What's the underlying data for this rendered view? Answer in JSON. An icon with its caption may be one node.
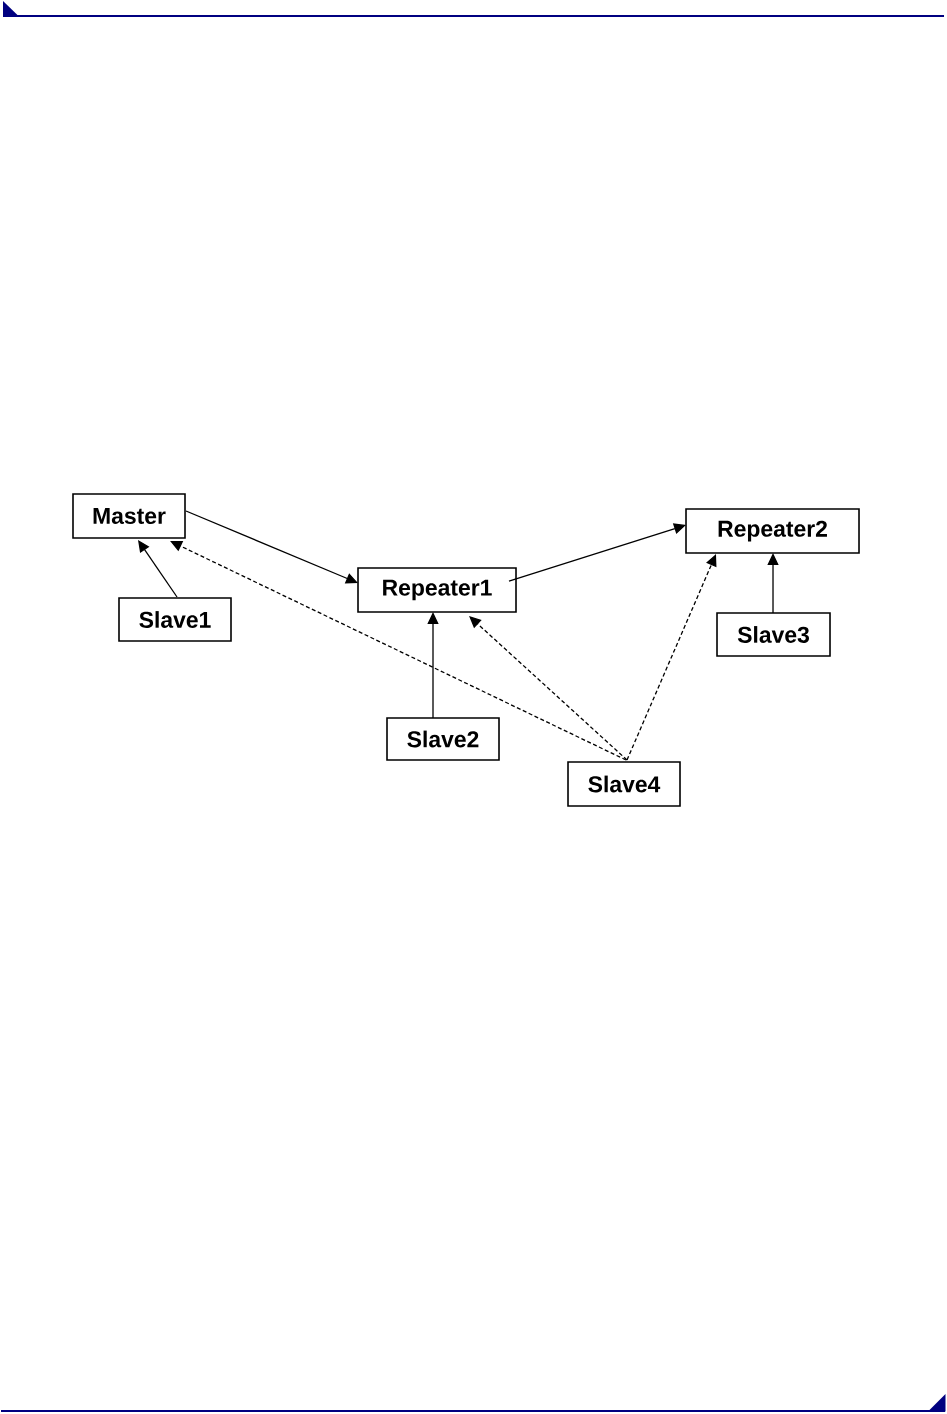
{
  "diagram": {
    "nodes": [
      {
        "text": [
          "Master"
        ]
      },
      {
        "text": [
          "Repeater1"
        ]
      },
      {
        "text": [
          "Repeater2"
        ]
      },
      {
        "text": [
          "Slave1"
        ]
      },
      {
        "text": [
          "Slave2"
        ]
      },
      {
        "text": [
          "Slave3"
        ]
      },
      {
        "text": [
          "Slave4"
        ]
      }
    ],
    "edges": [
      {
        "from": 0,
        "to": 1,
        "arrow": "to"
      },
      {
        "from": 1,
        "to": 2,
        "arrow": "to"
      },
      {
        "from": 3,
        "to": 0,
        "arrow": "to"
      },
      {
        "from": 4,
        "to": 1,
        "arrow": "to"
      },
      {
        "from": 5,
        "to": 2,
        "arrow": "to"
      },
      {
        "from": 6,
        "to": 0,
        "arrow": "to",
        "style": "dashed"
      },
      {
        "from": 6,
        "to": 1,
        "arrow": "to",
        "style": "dashed"
      },
      {
        "from": 6,
        "to": 2,
        "arrow": "to",
        "style": "dashed"
      }
    ]
  }
}
